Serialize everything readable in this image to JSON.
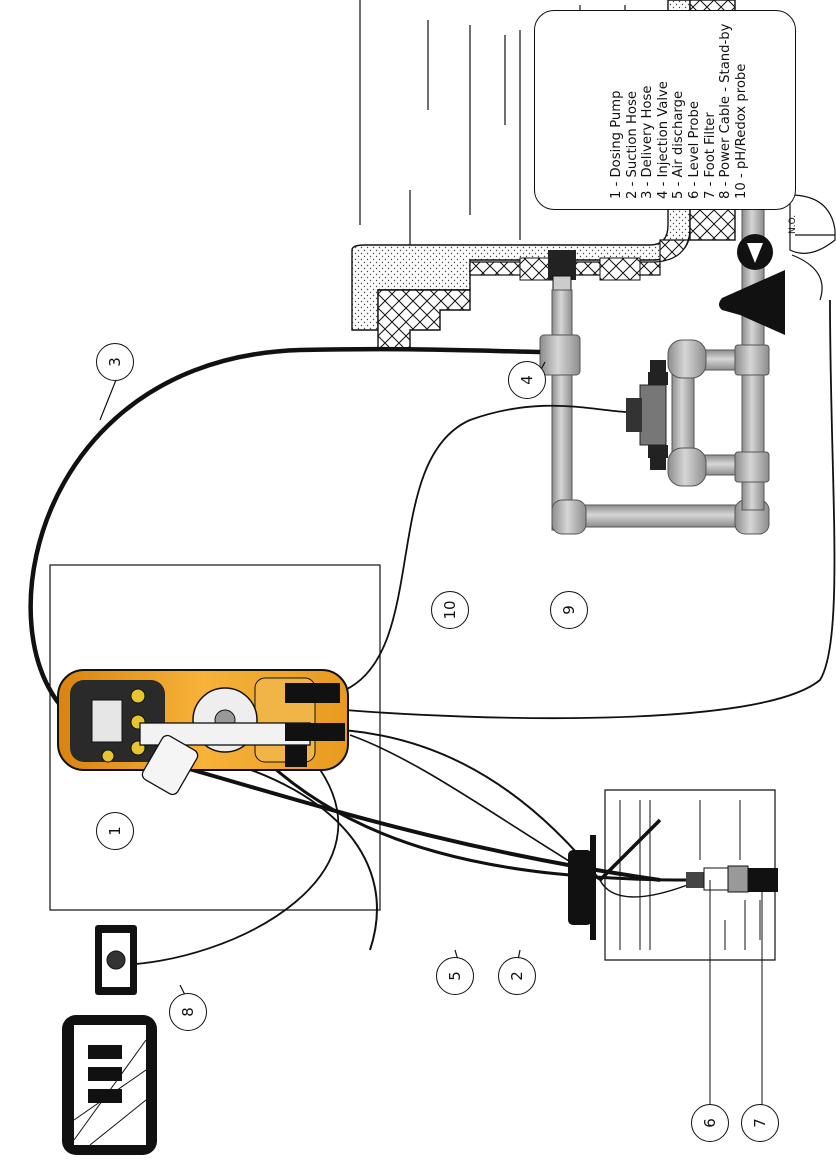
{
  "legend": {
    "items": [
      "1 - Dosing Pump",
      "2 - Suction Hose",
      "3 - Delivery Hose",
      "4 - Injection Valve",
      "5 - Air discharge",
      "6 - Level Probe",
      "7 - Foot Filter",
      "8 - Power Cable - Stand-by",
      "10 - pH/Redox probe"
    ]
  },
  "callouts": [
    "1",
    "2",
    "3",
    "4",
    "5",
    "6",
    "7",
    "8",
    "9",
    "10"
  ],
  "valve_label": "N.O.",
  "colors": {
    "pump_body": "#f5a623",
    "pump_panel": "#2a2a2a",
    "pipe": "#a8a8a8",
    "line": "#111111"
  }
}
